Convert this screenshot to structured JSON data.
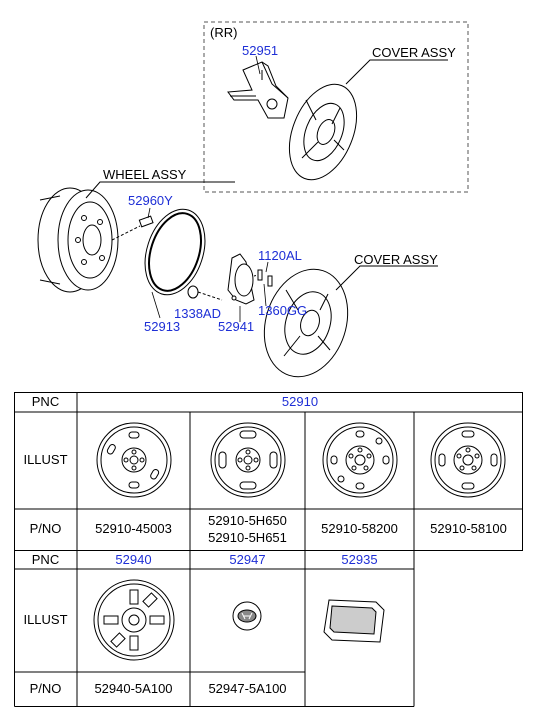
{
  "diagram": {
    "rr_label": "(RR)",
    "cover_assy_top": "COVER ASSY",
    "cover_assy_bottom": "COVER ASSY",
    "wheel_assy": "WHEEL ASSY",
    "parts": {
      "p52951": "52951",
      "p52960Y": "52960Y",
      "p1120AL": "1120AL",
      "p1338AD": "1338AD",
      "p1360GG": "1360GG",
      "p52913": "52913",
      "p52941": "52941"
    }
  },
  "table": {
    "row_labels": {
      "pnc": "PNC",
      "illust": "ILLUST",
      "pno": "P/NO"
    },
    "pnc_main": "52910",
    "main_parts": [
      "52910-45003",
      "52910-5H650\n52910-5H651",
      "52910-58200",
      "52910-58100"
    ],
    "pnc_second": [
      "52940",
      "52947",
      "52935"
    ],
    "second_parts": [
      "52940-5A100",
      "52947-5A100",
      ""
    ]
  },
  "colors": {
    "pnc_blue": "#1e2fd6",
    "line": "#000000"
  }
}
